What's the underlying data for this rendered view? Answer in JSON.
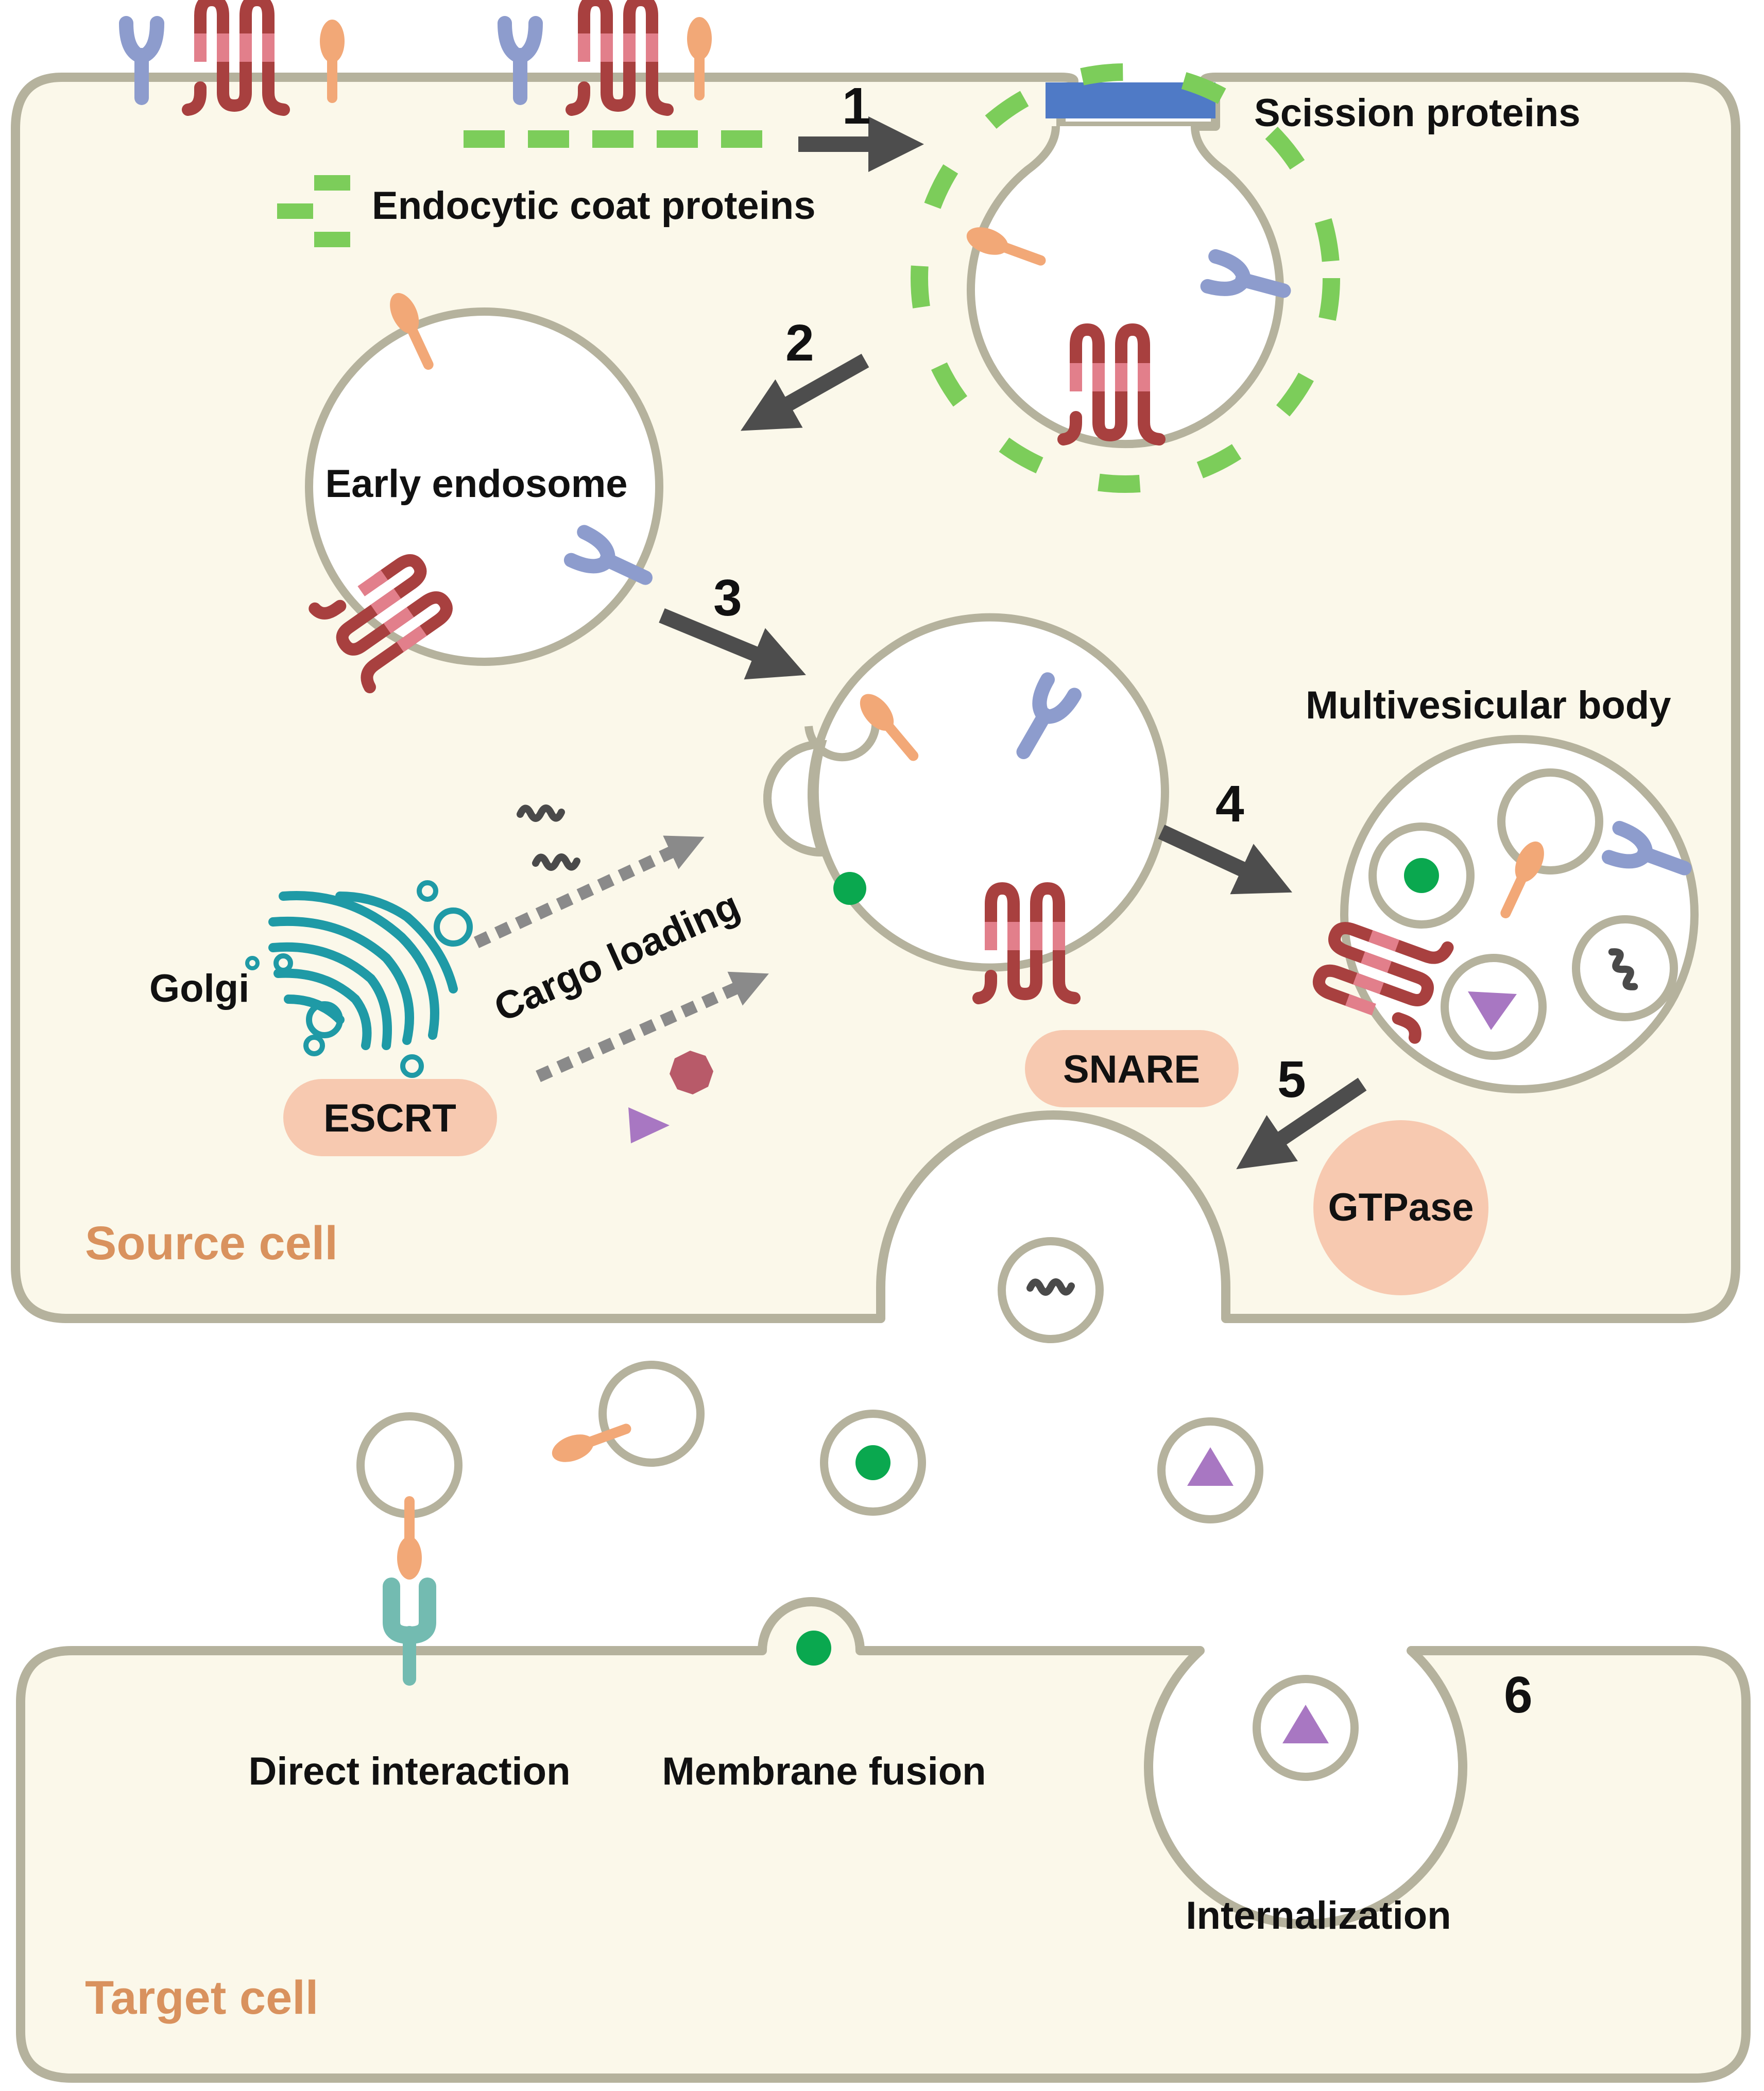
{
  "labels": {
    "scission": "Scission proteins",
    "coat": "Endocytic coat proteins",
    "early_endosome": "Early endosome",
    "mvb": "Multivesicular body",
    "golgi": "Golgi",
    "cargo_loading": "Cargo loading",
    "escrt": "ESCRT",
    "snare": "SNARE",
    "gtpase": "GTPase",
    "source_cell": "Source cell",
    "target_cell": "Target cell",
    "direct_interaction": "Direct interaction",
    "membrane_fusion": "Membrane fusion",
    "internalization": "Internalization"
  },
  "steps": [
    "1",
    "2",
    "3",
    "4",
    "5",
    "6"
  ],
  "colors": {
    "cytoplasm": "#fbf8ea",
    "membrane": "#b5b29d",
    "coat_protein": "#7ccd5a",
    "scission_protein": "#4f7ac6",
    "receptor_y": "#8d9ccd",
    "tetraspanin_dark": "#a8403f",
    "tetraspanin_light": "#e27f8b",
    "lipid_protein": "#f2a877",
    "golgi": "#1f9aa6",
    "pill": "#f7c9b0",
    "cell_title": "#d9925e",
    "arrow": "#4d4d4d",
    "cargo_green": "#0aa84f",
    "cargo_purple": "#a877c2",
    "cargo_hexagon": "#b85a69",
    "target_receptor": "#73bbb1"
  },
  "icons": [
    "y-receptor-icon",
    "tetraspanin-icon",
    "lipid-anchored-protein-icon",
    "golgi-icon",
    "rna-icon",
    "green-cargo-icon",
    "triangle-cargo-icon",
    "hexagon-cargo-icon"
  ]
}
